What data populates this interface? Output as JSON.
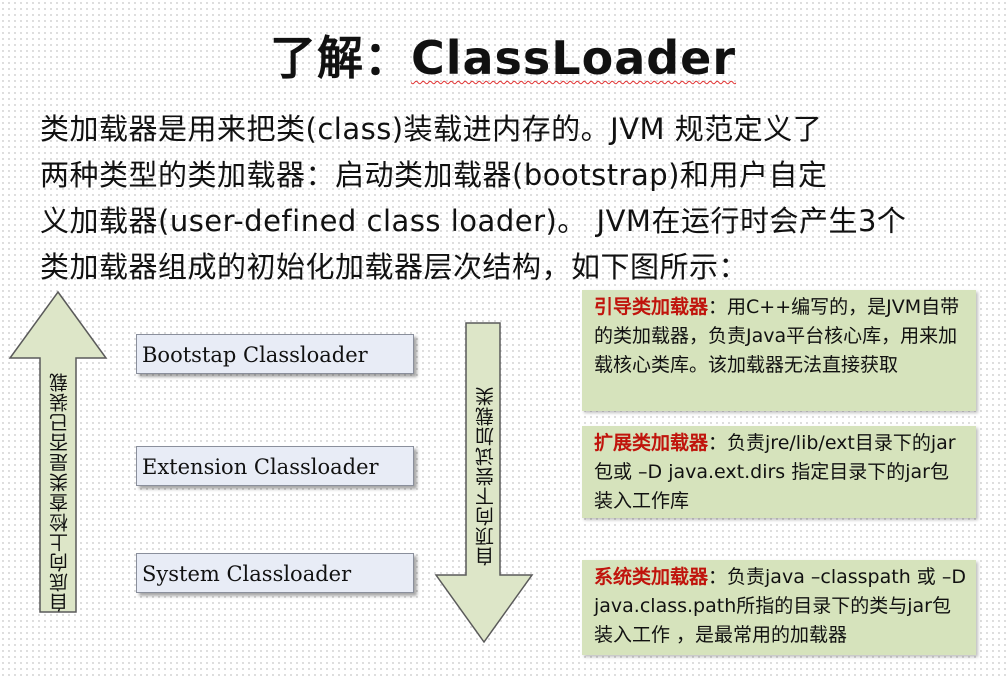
{
  "title": {
    "cn": "了解：",
    "en": "ClassLoader"
  },
  "intro_lines": [
    "类加载器是用来把类(class)装载进内存的。JVM 规范定义了",
    "两种类型的类加载器：启动类加载器(bootstrap)和用户自定",
    "义加载器(user-defined class loader)。 JVM在运行时会产生3个",
    "类加载器组成的初始化加载器层次结构，如下图所示："
  ],
  "up_arrow_label": "自底向上检查类是否已装载",
  "down_arrow_label": "自顶向下尝试加载类",
  "loaders": [
    {
      "label": "Bootstap Classloader"
    },
    {
      "label": "Extension Classloader"
    },
    {
      "label": "System Classloader"
    }
  ],
  "notes": [
    {
      "heading": "引导类加载器",
      "sep": "：",
      "body": "用C++编写的，是JVM自带的类加载器，负责Java平台核心库，用来加载核心类库。该加载器无法直接获取"
    },
    {
      "heading": "扩展类加载器",
      "sep": "：",
      "body": "负责jre/lib/ext目录下的jar包或 –D java.ext.dirs 指定目录下的jar包装入工作库"
    },
    {
      "heading": "系统类加载器",
      "sep": "：",
      "body": "负责java –classpath 或 –D java.class.path所指的目录下的类与jar包装入工作 ，是最常用的加载器"
    }
  ],
  "colors": {
    "note_bg": "#d6e3bc",
    "heading_red": "#c0140c",
    "box_bg": "#e8ecf6",
    "arrow_fill": "#dde6c8"
  }
}
